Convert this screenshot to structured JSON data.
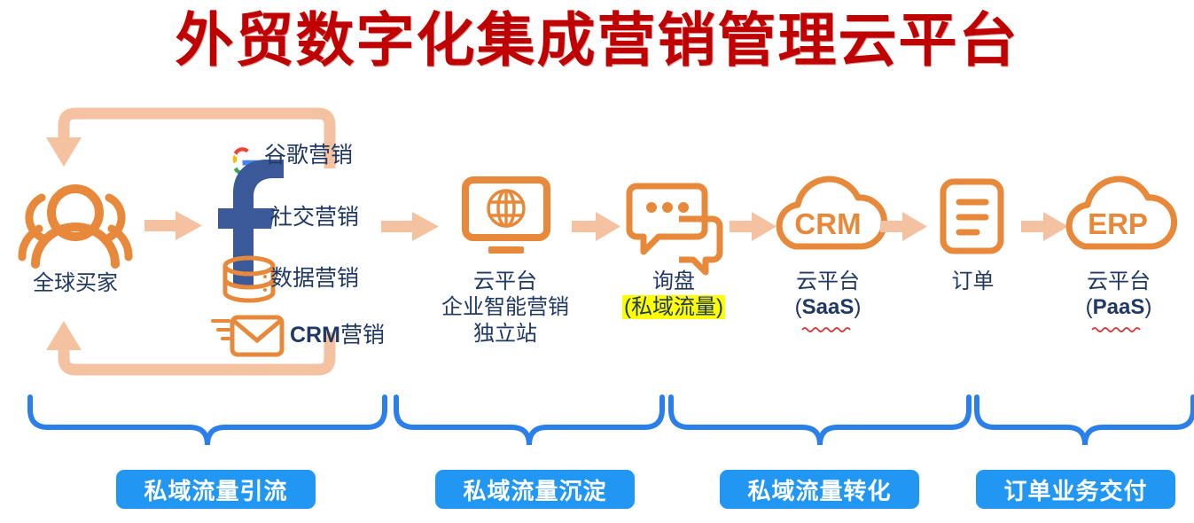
{
  "title": "外贸数字化集成营销管理云平台",
  "colors": {
    "title_red": "#C00000",
    "orange": "#E8883A",
    "arrow_peach": "#F4C2A1",
    "badge_blue": "#2196F3",
    "brace_blue": "#2B7FE8",
    "caption_navy": "#1F3864",
    "highlight_yellow": "#FFFF00",
    "google_blue": "#4285F4",
    "google_red": "#EA4335",
    "google_yellow": "#FBBC05",
    "google_green": "#34A853",
    "facebook_blue": "#3B5998"
  },
  "buyers": {
    "icon": "people-group-icon",
    "label": "全球买家"
  },
  "channels": [
    {
      "icon": "google-logo-icon",
      "label": "谷歌营销",
      "bold_prefix": ""
    },
    {
      "icon": "facebook-logo-icon",
      "label": "社交营销",
      "bold_prefix": ""
    },
    {
      "icon": "database-icon",
      "label": "数据营销",
      "bold_prefix": ""
    },
    {
      "icon": "email-envelope-icon",
      "label": "营销",
      "bold_prefix": "CRM"
    }
  ],
  "stages": [
    {
      "icon": "monitor-globe-icon",
      "lines": [
        "云平台",
        "企业智能营销",
        "独立站"
      ],
      "highlight": []
    },
    {
      "icon": "chat-bubbles-icon",
      "lines": [
        "询盘",
        "(私域流量)"
      ],
      "highlight": [
        "(私域流量)"
      ]
    },
    {
      "icon": "cloud-crm-icon",
      "icon_text": "CRM",
      "lines": [
        "云平台",
        "(SaaS)"
      ],
      "highlight": []
    },
    {
      "icon": "document-order-icon",
      "lines": [
        "订单"
      ],
      "highlight": []
    },
    {
      "icon": "cloud-erp-icon",
      "icon_text": "ERP",
      "lines": [
        "云平台",
        "(PaaS)"
      ],
      "highlight": []
    }
  ],
  "phase_badges": [
    {
      "label": "私域流量引流"
    },
    {
      "label": "私域流量沉淀"
    },
    {
      "label": "私域流量转化"
    },
    {
      "label": "订单业务交付"
    }
  ]
}
